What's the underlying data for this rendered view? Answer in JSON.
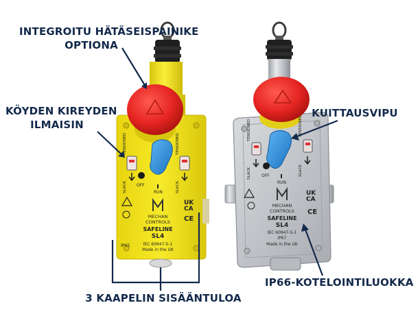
{
  "callouts": {
    "estop_line1": "INTEGROITU HÄTÄSEISPAINIKE",
    "estop_line2": "OPTIONA",
    "rope_line1": "KÖYDEN KIREYDEN",
    "rope_line2": "ILMAISIN",
    "reset": "KUITTAUSVIPU",
    "enclosure": "IP66-KOTELOINTILUOKKA",
    "cable_entries": "3 KAAPELIN SISÄÄNTULOA"
  },
  "left_device": {
    "tensioned": "TENSIONED",
    "slack": "SLACK",
    "off": "OFF",
    "run": "RUN",
    "brand_line1": "MECHAN",
    "brand_line2": "CONTROLS",
    "product": "SAFELINE",
    "model": "SL4",
    "standard": "IEC 60947-5-1",
    "ip": "IP65",
    "made_in": "Made in the UK",
    "mark_uk_1": "UK",
    "mark_uk_2": "CA",
    "mark_ce": "CE"
  },
  "right_device": {
    "tensioned": "TENSIONED",
    "slack": "SLACK",
    "off": "OFF",
    "run": "RUN",
    "brand_line1": "MECHAN",
    "brand_line2": "CONTROLS",
    "product": "SAFELINE",
    "model": "SL4",
    "standard": "IEC 60947-5-1",
    "ip": "IP67",
    "made_in": "Made in the UK",
    "mark_uk_1": "UK",
    "mark_uk_2": "CA",
    "mark_ce": "CE"
  },
  "colors": {
    "label_navy": "#13294b",
    "yellow_body": "#f2e21a",
    "estop_red": "#e52421",
    "reset_blue": "#2a8ee0",
    "stainless": "#c9ccd0"
  }
}
